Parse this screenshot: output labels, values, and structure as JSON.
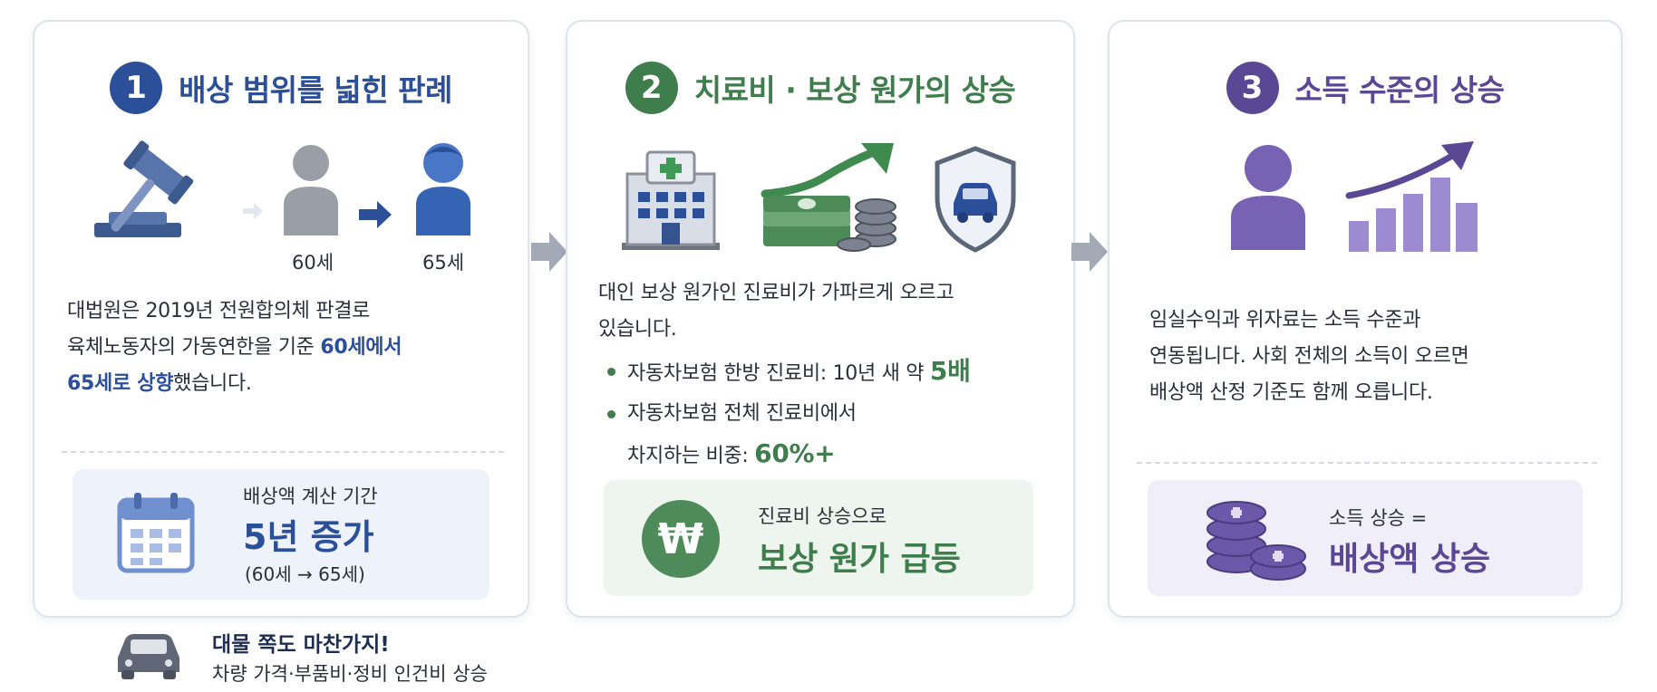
{
  "colors": {
    "blue": "#2c4f9a",
    "green": "#3f7d4c",
    "purple": "#5b4894",
    "border": "#dde2ec"
  },
  "card1": {
    "number": "1",
    "title": "배상 범위를 넓힌 판례",
    "icons": [
      "gavel-icon",
      "person-gray-icon",
      "arrow-right-icon",
      "person-blue-icon"
    ],
    "age_from": "60세",
    "age_to": "65세",
    "text_l1": "대법원은 2019년 전원합의체 판결로",
    "text_l2a": "육체노동자의 가동연한을 기준 ",
    "text_l2b": "60세에서",
    "text_l3a": "65세로 상향",
    "text_l3b": "했습니다.",
    "box_label": "배상액 계산 기간",
    "box_value": "5년 증가",
    "box_sub": "(60세 → 65세)"
  },
  "card2": {
    "number": "2",
    "title": "치료비 · 보상 원가의 상승",
    "icons": [
      "hospital-icon",
      "money-growth-icon",
      "car-shield-icon"
    ],
    "text_l1": "대인 보상 원가인 진료비가 가파르게 오르고",
    "text_l2": "있습니다.",
    "bullet1_text": "자동차보험 한방 진료비: 10년 새 약 ",
    "bullet1_value": "5배",
    "bullet2_l1": "자동차보험 전체 진료비에서",
    "bullet2_l2": "차지하는 비중: ",
    "bullet2_value": "60%+",
    "box_label": "진료비 상승으로",
    "box_value": "보상 원가 급등",
    "box_icon": "₩"
  },
  "card3": {
    "number": "3",
    "title": "소득 수준의 상승",
    "icons": [
      "person-purple-icon",
      "bar-growth-icon"
    ],
    "text_l1": "임실수익과 위자료는 소득 수준과",
    "text_l2": "연동됩니다. 사회 전체의 소득이 오르면",
    "text_l3": "배상액 산정 기준도 함께 오릅니다.",
    "box_label": "소득 상승 =",
    "box_value": "배상액 상승"
  },
  "footer": {
    "title": "대물 쪽도 마찬가지!",
    "subtitle": "차량 가격·부품비·정비 인건비 상승"
  }
}
